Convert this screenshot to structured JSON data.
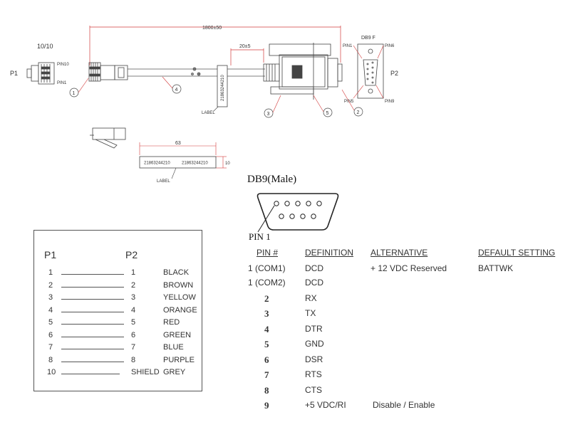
{
  "drawing": {
    "p1_label": "P1",
    "p1_ratio": "10/10",
    "p1_pin_top": "PIN10",
    "p1_pin_bottom": "PIN1",
    "length_dim": "1800±50",
    "strip_dim": "20±5",
    "connector_name": "DB9  F",
    "p2_label": "P2",
    "p2_pin_tl": "PIN1",
    "p2_pin_tr": "PIN6",
    "p2_pin_bl": "PIN5",
    "p2_pin_br": "PIN9",
    "label_code": "21863244210",
    "label_word": "LABEL",
    "label_width_dim": "63",
    "label_height_dim": "10",
    "callouts": [
      "1",
      "2",
      "3",
      "4",
      "5"
    ]
  },
  "db9": {
    "title": "DB9(Male)",
    "pin1": "PIN 1"
  },
  "wiring": {
    "left_header": "P1",
    "right_header": "P2",
    "rows": [
      {
        "p1": "1",
        "p2": "1",
        "color": "BLACK"
      },
      {
        "p1": "2",
        "p2": "2",
        "color": "BROWN"
      },
      {
        "p1": "3",
        "p2": "3",
        "color": "YELLOW"
      },
      {
        "p1": "4",
        "p2": "4",
        "color": "ORANGE"
      },
      {
        "p1": "5",
        "p2": "5",
        "color": "RED"
      },
      {
        "p1": "6",
        "p2": "6",
        "color": "GREEN"
      },
      {
        "p1": "7",
        "p2": "7",
        "color": "BLUE"
      },
      {
        "p1": "8",
        "p2": "8",
        "color": "PURPLE"
      },
      {
        "p1": "10",
        "p2": "SHIELD",
        "color": "GREY"
      }
    ]
  },
  "pin_table": {
    "headers": [
      "PIN #",
      "DEFINITION",
      "ALTERNATIVE",
      "DEFAULT SETTING"
    ],
    "rows": [
      {
        "pin": "1 (COM1)",
        "def": "DCD",
        "alt": "+ 12 VDC Reserved",
        "default": "BATTWK"
      },
      {
        "pin": "1 (COM2)",
        "def": "DCD",
        "alt": "",
        "default": ""
      },
      {
        "pin": "2",
        "def": "RX",
        "alt": "",
        "default": ""
      },
      {
        "pin": "3",
        "def": "TX",
        "alt": "",
        "default": ""
      },
      {
        "pin": "4",
        "def": "DTR",
        "alt": "",
        "default": ""
      },
      {
        "pin": "5",
        "def": "GND",
        "alt": "",
        "default": ""
      },
      {
        "pin": "6",
        "def": "DSR",
        "alt": "",
        "default": ""
      },
      {
        "pin": "7",
        "def": "RTS",
        "alt": "",
        "default": ""
      },
      {
        "pin": "8",
        "def": "CTS",
        "alt": "",
        "default": ""
      },
      {
        "pin": "9",
        "def": "+5 VDC/RI",
        "alt": "Disable / Enable",
        "default": ""
      }
    ]
  },
  "colors": {
    "dimension_line": "#d23a3a",
    "outline": "#444444"
  }
}
